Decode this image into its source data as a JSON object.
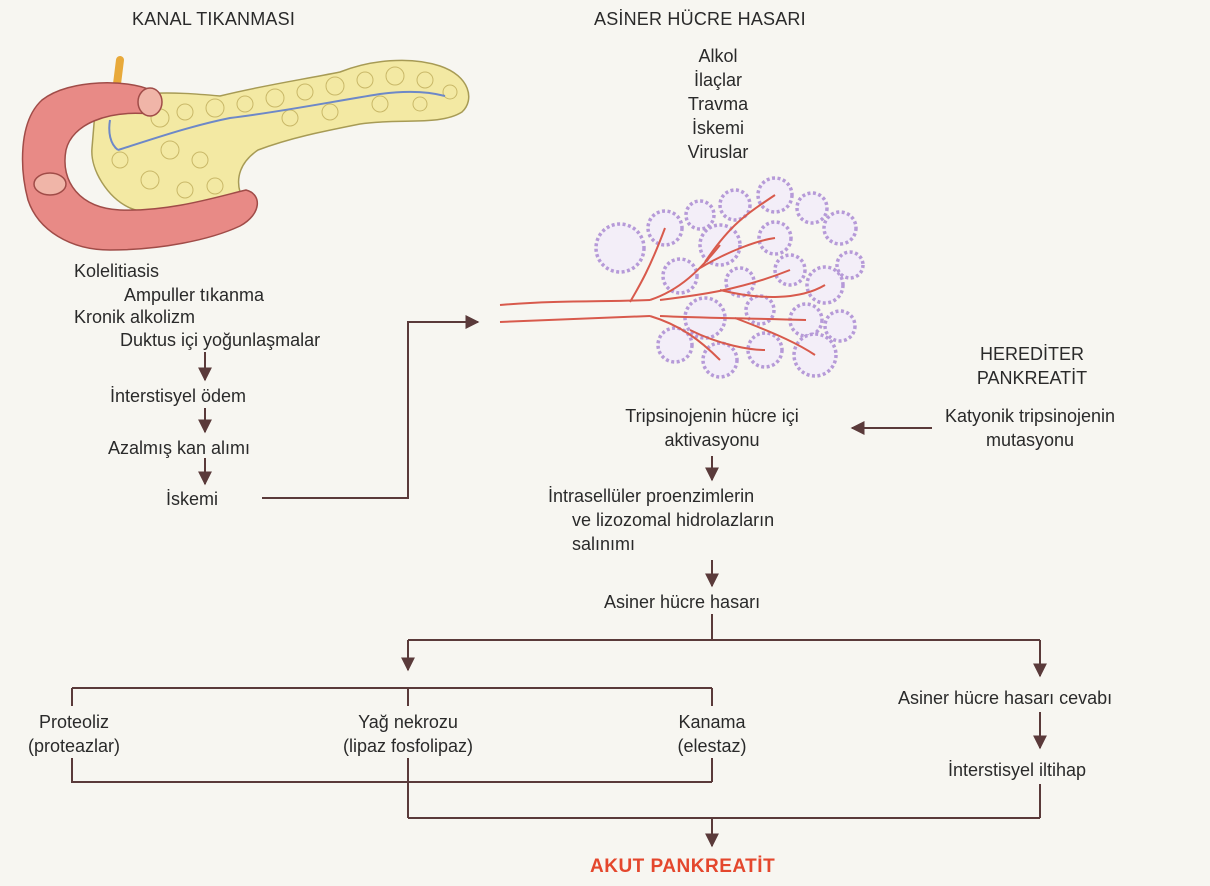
{
  "headers": {
    "duct_obstruction": "KANAL TIKANMASI",
    "acinar_injury": "ASİNER HÜCRE HASARI",
    "hereditary": [
      "HEREDİTER",
      "PANKREATİT"
    ]
  },
  "acinar_causes": [
    "Alkol",
    "İlaçlar",
    "Travma",
    "İskemi",
    "Viruslar"
  ],
  "duct_causes": {
    "cholelithiasis": "Kolelitiasis",
    "ampullary": "Ampuller tıkanma",
    "chronic_alcohol": "Kronik alkolizm",
    "intraductal": "Duktus içi yoğunlaşmalar"
  },
  "duct_chain": {
    "edema": "İnterstisyel ödem",
    "blood_flow": "Azalmış kan alımı",
    "ischemia": "İskemi"
  },
  "center_chain": {
    "trypsinogen_activation": [
      "Tripsinojenin hücre içi",
      "aktivasyonu"
    ],
    "enzyme_release": [
      "İntrasellüler proenzimlerin",
      "ve lizozomal hidrolazların",
      "salınımı"
    ],
    "acinar_damage": "Asiner hücre hasarı"
  },
  "mutation": [
    "Katyonik tripsinojenin",
    "mutasyonu"
  ],
  "outcomes": {
    "proteolysis": [
      "Proteoliz",
      "(proteazlar)"
    ],
    "fat_necrosis": [
      "Yağ nekrozu",
      "(lipaz fosfolipaz)"
    ],
    "hemorrhage": [
      "Kanama",
      "(elestaz)"
    ],
    "response": "Asiner hücre hasarı cevabı",
    "inflammation": "İnterstisyel iltihap"
  },
  "result": "AKUT PANKREATİT",
  "colors": {
    "arrow": "#5a3a3a",
    "result": "#e4472d",
    "pancreas": "#f3e9a3",
    "duodenum": "#e88a86",
    "acinus": "#b69ad8",
    "duct": "#d85a4c"
  }
}
